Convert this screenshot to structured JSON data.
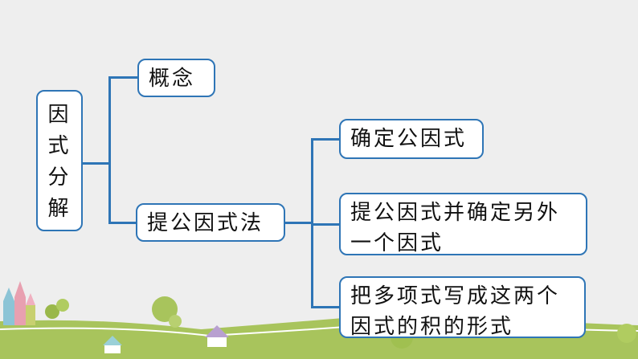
{
  "root": {
    "chars": [
      "因",
      "式",
      "分",
      "解"
    ]
  },
  "branches": {
    "concept": "概念",
    "method": "提公因式法"
  },
  "steps": [
    "确定公因式",
    "提公因式并确定另外一个因式",
    "把多项式写成这两个因式的积的形式"
  ],
  "colors": {
    "border": "#2e75b6",
    "background": "#eeeeee",
    "ground": "#a8c45c"
  }
}
